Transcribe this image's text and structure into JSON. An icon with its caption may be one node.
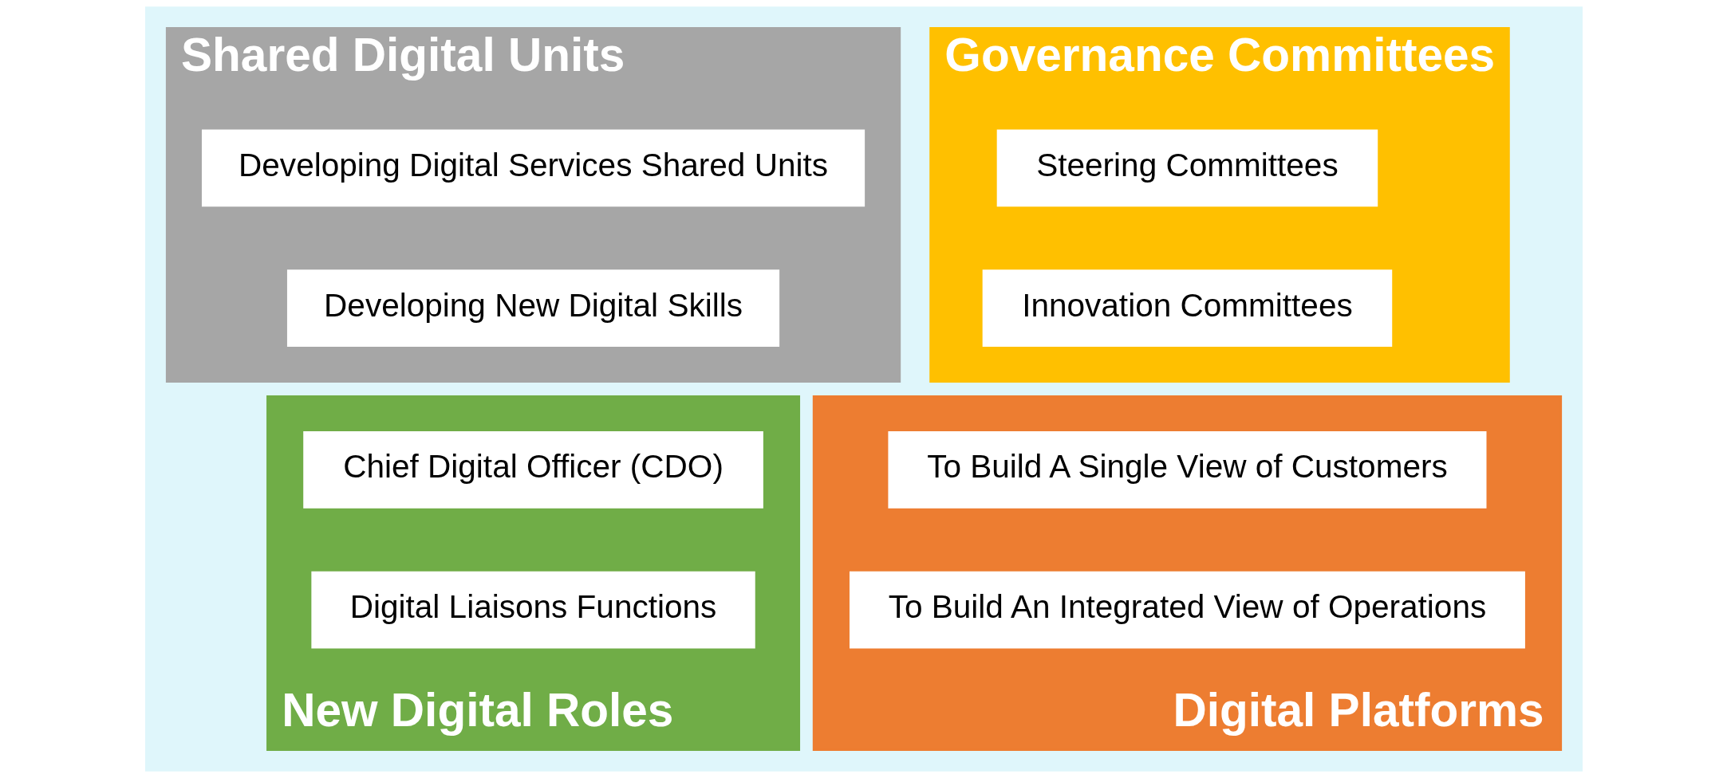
{
  "diagram": {
    "nodes": [
      {
        "text": [
          "Shared Digital Units"
        ]
      },
      {
        "text": [
          "Developing Digital Services Shared Units"
        ],
        "in": 0
      },
      {
        "text": [
          "Developing New Digital Skills"
        ],
        "in": 0
      },
      {
        "text": [
          "Governance Committees"
        ]
      },
      {
        "text": [
          "Steering Committees"
        ],
        "in": 3
      },
      {
        "text": [
          "Innovation Committees"
        ],
        "in": 3
      },
      {
        "text": [
          "New Digital Roles"
        ]
      },
      {
        "text": [
          "Chief Digital Officer (CDO)"
        ],
        "in": 6
      },
      {
        "text": [
          "Digital Liaisons Functions"
        ],
        "in": 6
      },
      {
        "text": [
          "Digital Platforms"
        ]
      },
      {
        "text": [
          "To Build A Single View of Customers"
        ],
        "in": 9
      },
      {
        "text": [
          "To Build An Integrated View of Operations"
        ],
        "in": 9
      }
    ]
  }
}
